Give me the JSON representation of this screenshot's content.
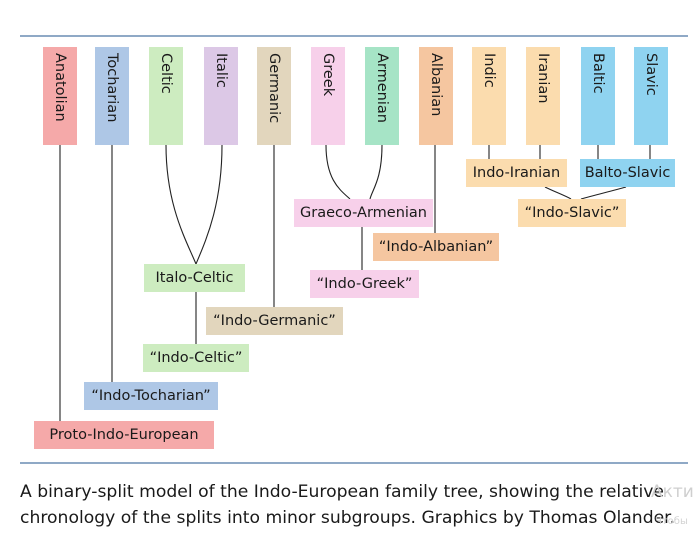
{
  "languages": {
    "anatolian": "Anatolian",
    "tocharian": "Tocharian",
    "celtic": "Celtic",
    "italic": "Italic",
    "germanic": "Germanic",
    "greek": "Greek",
    "armenian": "Armenian",
    "albanian": "Albanian",
    "indic": "Indic",
    "iranian": "Iranian",
    "baltic": "Baltic",
    "slavic": "Slavic"
  },
  "nodes": {
    "indo_iranian": "Indo-Iranian",
    "balto_slavic": "Balto-Slavic",
    "graeco_armenian": "Graeco-Armenian",
    "indo_slavic": "“Indo-Slavic”",
    "indo_albanian": "“Indo-Albanian”",
    "italo_celtic": "Italo-Celtic",
    "indo_greek": "“Indo-Greek”",
    "indo_germanic": "“Indo-Germanic”",
    "indo_celtic": "“Indo-Celtic”",
    "indo_tocharian": "“Indo-Tocharian”",
    "proto_indo_european": "Proto-Indo-European"
  },
  "caption": "A binary-split model of the Indo-European family tree, showing the relative chronology of the splits into minor subgroups. Graphics by Thomas Olander.",
  "watermark": "Акти",
  "watermark_sub": "Чтобы",
  "colors": {
    "anatolian": "#f5a9a9",
    "tocharian": "#aec7e6",
    "celtic": "#cdecc0",
    "italic": "#dcc8e6",
    "germanic": "#e2d6bd",
    "greek": "#f7d0ea",
    "armenian": "#a6e4c6",
    "albanian": "#f5c6a0",
    "indo_iranian": "#fbdcae",
    "balto_slavic": "#8fd3f0",
    "rule": "#8fa9c6"
  }
}
